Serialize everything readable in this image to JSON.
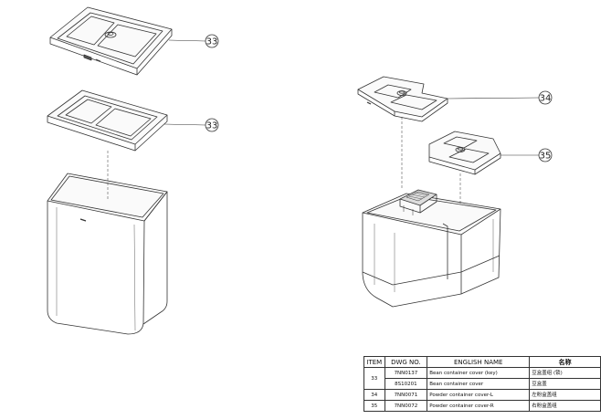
{
  "callouts": {
    "top_left_cover": "33",
    "mid_left_cover": "33",
    "powder_cover_left": "34",
    "powder_cover_right": "35"
  },
  "bom": {
    "headers": {
      "item": "ITEM",
      "dwg_no": "DWG NO.",
      "english_name": "ENGLISH NAME",
      "chinese_name": "名称"
    },
    "rows": [
      {
        "item": "33",
        "dwg_no": "7NN0137",
        "english_name": "Bean container cover (key)",
        "chinese_name": "豆盒盖组 (锁)"
      },
      {
        "item": "",
        "dwg_no": "8S10201",
        "english_name": "Bean container cover",
        "chinese_name": "豆盒盖"
      },
      {
        "item": "34",
        "dwg_no": "7NN0071",
        "english_name": "Powder container cover-L",
        "chinese_name": "左粉盒盖组"
      },
      {
        "item": "35",
        "dwg_no": "7NN0072",
        "english_name": "Powder container cover-R",
        "chinese_name": "右粉盒盖组"
      }
    ]
  }
}
